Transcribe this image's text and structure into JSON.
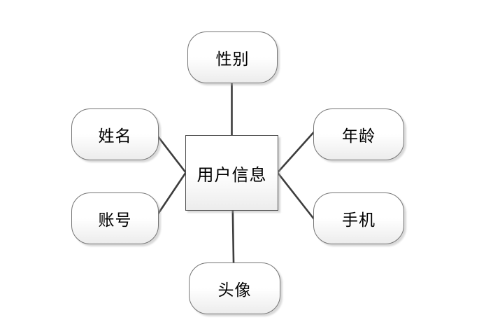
{
  "diagram": {
    "entity": {
      "label": "用户信息"
    },
    "attributes": [
      {
        "id": "gender",
        "label": "性别",
        "position": "top"
      },
      {
        "id": "name",
        "label": "姓名",
        "position": "left-top"
      },
      {
        "id": "age",
        "label": "年龄",
        "position": "right-top"
      },
      {
        "id": "account",
        "label": "账号",
        "position": "left-bottom"
      },
      {
        "id": "phone",
        "label": "手机",
        "position": "right-bottom"
      },
      {
        "id": "avatar",
        "label": "头像",
        "position": "bottom"
      }
    ],
    "colors": {
      "background": "#ffffff",
      "node_border": "#757575",
      "entity_border": "#4d4d4d",
      "connector": "#3d3d3d",
      "node_fill_top": "#ffffff",
      "node_fill_bottom": "#ececec",
      "shadow": "#d9d9d9",
      "text": "#000000"
    }
  }
}
